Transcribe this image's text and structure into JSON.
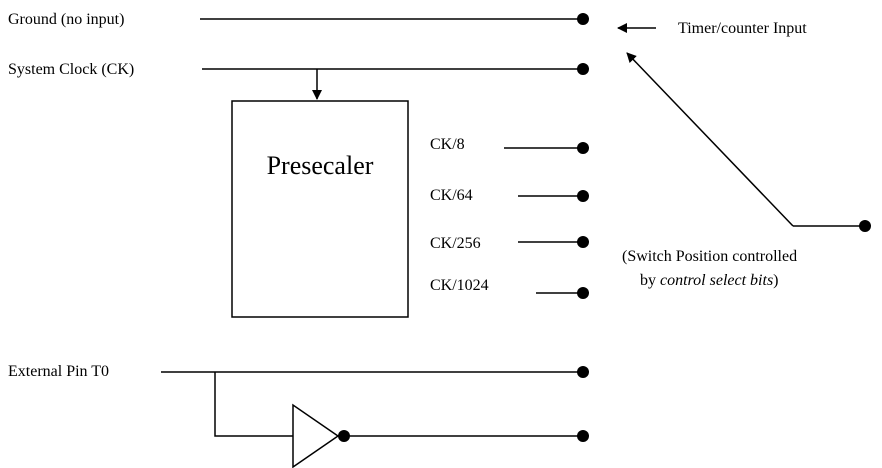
{
  "inputs": {
    "ground": "Ground (no input)",
    "system_clock": "System Clock (CK)",
    "external_pin": "External Pin T0"
  },
  "prescaler": {
    "title": "Presecaler",
    "outputs": [
      "CK/8",
      "CK/64",
      "CK/256",
      "CK/1024"
    ]
  },
  "output_label": "Timer/counter Input",
  "switch_note": {
    "line1": "(Switch Position controlled",
    "line2_prefix": "by ",
    "line2_italic": "control select bits",
    "line2_suffix": ")"
  }
}
